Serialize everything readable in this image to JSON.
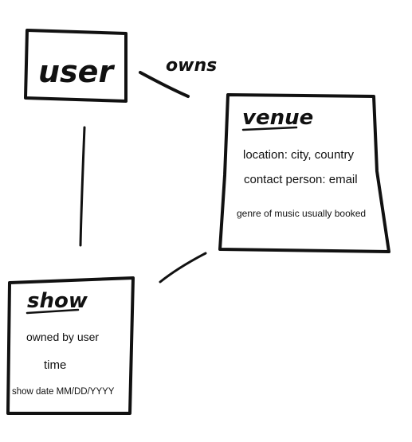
{
  "user": {
    "title": "user"
  },
  "relation": {
    "owns": "owns"
  },
  "venue": {
    "title": "venue",
    "location": "location: city, country",
    "contact": "contact person: email",
    "genre": "genre of music usually booked"
  },
  "show": {
    "title": "show",
    "owned_by": "owned by user",
    "time": "time",
    "date": "show date MM/DD/YYYY"
  }
}
